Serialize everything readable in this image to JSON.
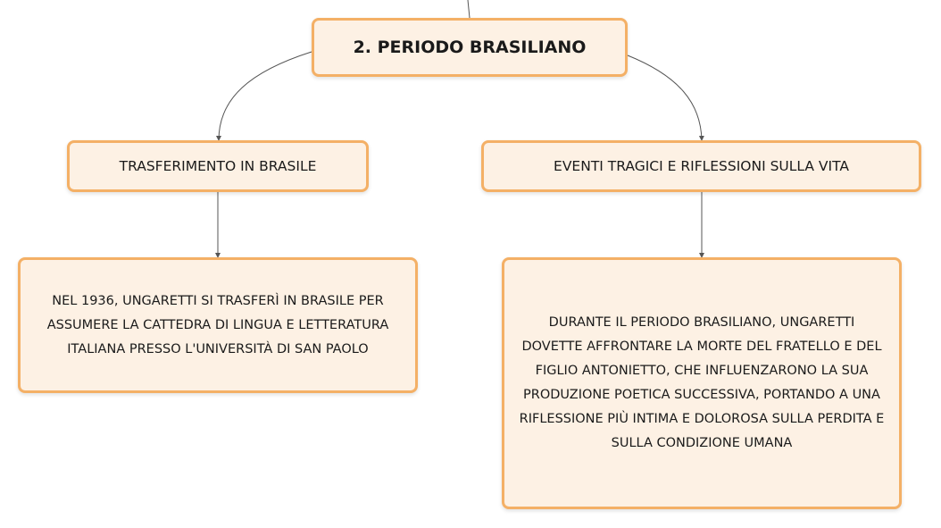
{
  "root": {
    "title": "2. PERIODO BRASILIANO"
  },
  "branches": [
    {
      "title": "TRASFERIMENTO IN BRASILE",
      "detail": "NEL 1936, UNGARETTI SI TRASFERÌ IN BRASILE PER ASSUMERE LA CATTEDRA DI LINGUA E LETTERATURA ITALIANA PRESSO L'UNIVERSITÀ DI SAN PAOLO"
    },
    {
      "title": "EVENTI TRAGICI E RIFLESSIONI SULLA VITA",
      "detail": "DURANTE IL PERIODO BRASILIANO, UNGARETTI DOVETTE AFFRONTARE LA MORTE DEL FRATELLO E DEL FIGLIO ANTONIETTO, CHE INFLUENZARONO LA SUA PRODUZIONE POETICA SUCCESSIVA, PORTANDO A UNA RIFLESSIONE PIÙ INTIMA E DOLOROSA SULLA PERDITA E SULLA CONDIZIONE UMANA"
    }
  ],
  "colors": {
    "node_fill": "#fdf1e4",
    "node_border": "#f4b066",
    "connector": "#555555"
  }
}
